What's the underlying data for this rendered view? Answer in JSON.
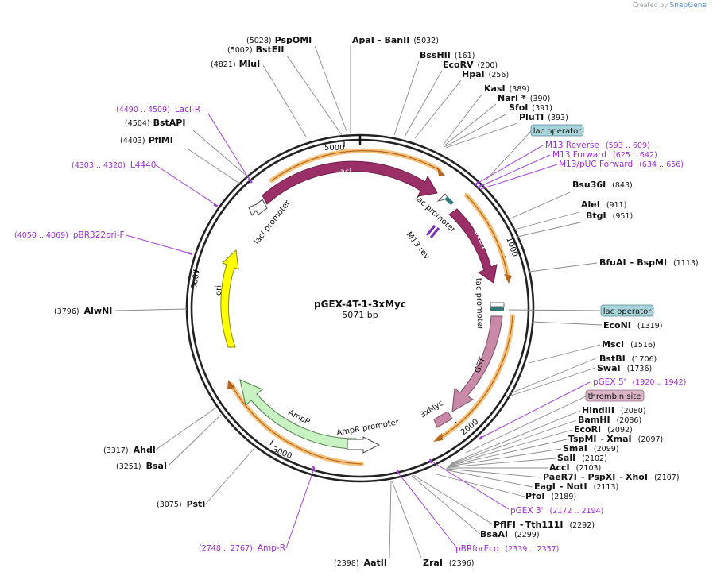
{
  "credit": {
    "prefix": "Created by",
    "brand": "SnapGene"
  },
  "plasmid": {
    "name": "pGEX-4T-1-3xMyc",
    "length_label": "5071 bp",
    "length": 5071
  },
  "ticks": [
    "1000",
    "2000",
    "3000",
    "4000",
    "5000"
  ],
  "features": [
    {
      "id": "lacI",
      "label": "lacI",
      "color": "#9b3069"
    },
    {
      "id": "lacI-promoter",
      "label": "lacI promoter",
      "color": "#ffffff"
    },
    {
      "id": "lac-promoter",
      "label": "lac promoter",
      "color": "#ffffff"
    },
    {
      "id": "lacZa",
      "label": "lacZα",
      "color": "#9b3069"
    },
    {
      "id": "m13-rev",
      "label": "M13 rev",
      "color": "#7a2fb8"
    },
    {
      "id": "tac-promoter",
      "label": "tac promoter",
      "color": "#ffffff"
    },
    {
      "id": "GST",
      "label": "GST",
      "color": "#c98aa8"
    },
    {
      "id": "3xMyc",
      "label": "3xMyc",
      "color": "#c98aa8"
    },
    {
      "id": "AmpR",
      "label": "AmpR",
      "color": "#c9f2c3"
    },
    {
      "id": "AmpR-promoter",
      "label": "AmpR promoter",
      "color": "#ffffff"
    },
    {
      "id": "ori",
      "label": "ori",
      "color": "#ffff00"
    }
  ],
  "sites": [
    {
      "name": "PspOMI",
      "pos": "(5028)"
    },
    {
      "name": "BstEII",
      "pos": "(5002)"
    },
    {
      "name": "MluI",
      "pos": "(4821)"
    },
    {
      "name": "ApaI",
      "pos": ""
    },
    {
      "name": "BanII",
      "pos": "(5032)"
    },
    {
      "name": "BssHII",
      "pos": "(161)"
    },
    {
      "name": "EcoRV",
      "pos": "(200)"
    },
    {
      "name": "HpaI",
      "pos": "(256)"
    },
    {
      "name": "KasI",
      "pos": "(389)"
    },
    {
      "name": "NarI *",
      "pos": "(390)"
    },
    {
      "name": "SfoI",
      "pos": "(391)"
    },
    {
      "name": "PluTI",
      "pos": "(393)"
    },
    {
      "name": "BstAPI",
      "pos": "(4504)"
    },
    {
      "name": "PflMI",
      "pos": "(4403)"
    },
    {
      "name": "Bsu36I",
      "pos": "(843)"
    },
    {
      "name": "AleI",
      "pos": "(911)"
    },
    {
      "name": "BtgI",
      "pos": "(951)"
    },
    {
      "name": "BfuAI",
      "pos": ""
    },
    {
      "name": "BspMI",
      "pos": "(1113)"
    },
    {
      "name": "AlwNI",
      "pos": "(3796)"
    },
    {
      "name": "EcoNI",
      "pos": "(1319)"
    },
    {
      "name": "MscI",
      "pos": "(1516)"
    },
    {
      "name": "BstBI",
      "pos": "(1706)"
    },
    {
      "name": "SwaI",
      "pos": "(1736)"
    },
    {
      "name": "HindIII",
      "pos": "(2080)"
    },
    {
      "name": "BamHI",
      "pos": "(2086)"
    },
    {
      "name": "EcoRI",
      "pos": "(2092)"
    },
    {
      "name": "TspMI",
      "pos": ""
    },
    {
      "name": "XmaI",
      "pos": "(2097)"
    },
    {
      "name": "SmaI",
      "pos": "(2099)"
    },
    {
      "name": "SalI",
      "pos": "(2102)"
    },
    {
      "name": "AccI",
      "pos": "(2103)"
    },
    {
      "name": "PaeR7I",
      "pos": ""
    },
    {
      "name": "PspXI",
      "pos": ""
    },
    {
      "name": "XhoI",
      "pos": "(2107)"
    },
    {
      "name": "EagI",
      "pos": ""
    },
    {
      "name": "NotI",
      "pos": "(2113)"
    },
    {
      "name": "PfoI",
      "pos": "(2189)"
    },
    {
      "name": "AhdI",
      "pos": "(3317)"
    },
    {
      "name": "BsaI",
      "pos": "(3251)"
    },
    {
      "name": "PstI",
      "pos": "(3075)"
    },
    {
      "name": "PflFI",
      "pos": ""
    },
    {
      "name": "Tth111I",
      "pos": "(2292)"
    },
    {
      "name": "BsaAI",
      "pos": "(2299)"
    },
    {
      "name": "AatII",
      "pos": "(2398)"
    },
    {
      "name": "ZraI",
      "pos": "(2396)"
    }
  ],
  "primers": [
    {
      "name": "LacI-R",
      "range": "(4490 .. 4509)"
    },
    {
      "name": "L4440",
      "range": "(4303 .. 4320)"
    },
    {
      "name": "pBR322ori-F",
      "range": "(4050 .. 4069)"
    },
    {
      "name": "M13 Reverse",
      "range": "(593 .. 609)"
    },
    {
      "name": "M13 Forward",
      "range": "(625 .. 642)"
    },
    {
      "name": "M13/pUC Forward",
      "range": "(634 .. 656)"
    },
    {
      "name": "pGEX 5'",
      "range": "(1920 .. 1942)"
    },
    {
      "name": "pGEX 3'",
      "range": "(2172 .. 2194)"
    },
    {
      "name": "pBRforEco",
      "range": "(2339 .. 2357)"
    },
    {
      "name": "Amp-R",
      "range": "(2748 .. 2767)"
    }
  ],
  "tags": [
    {
      "label": "lac operator",
      "color": "#a8d4dc"
    },
    {
      "label": "lac operator",
      "color": "#a8d4dc"
    },
    {
      "label": "thrombin site",
      "color": "#d9b3c6"
    }
  ]
}
